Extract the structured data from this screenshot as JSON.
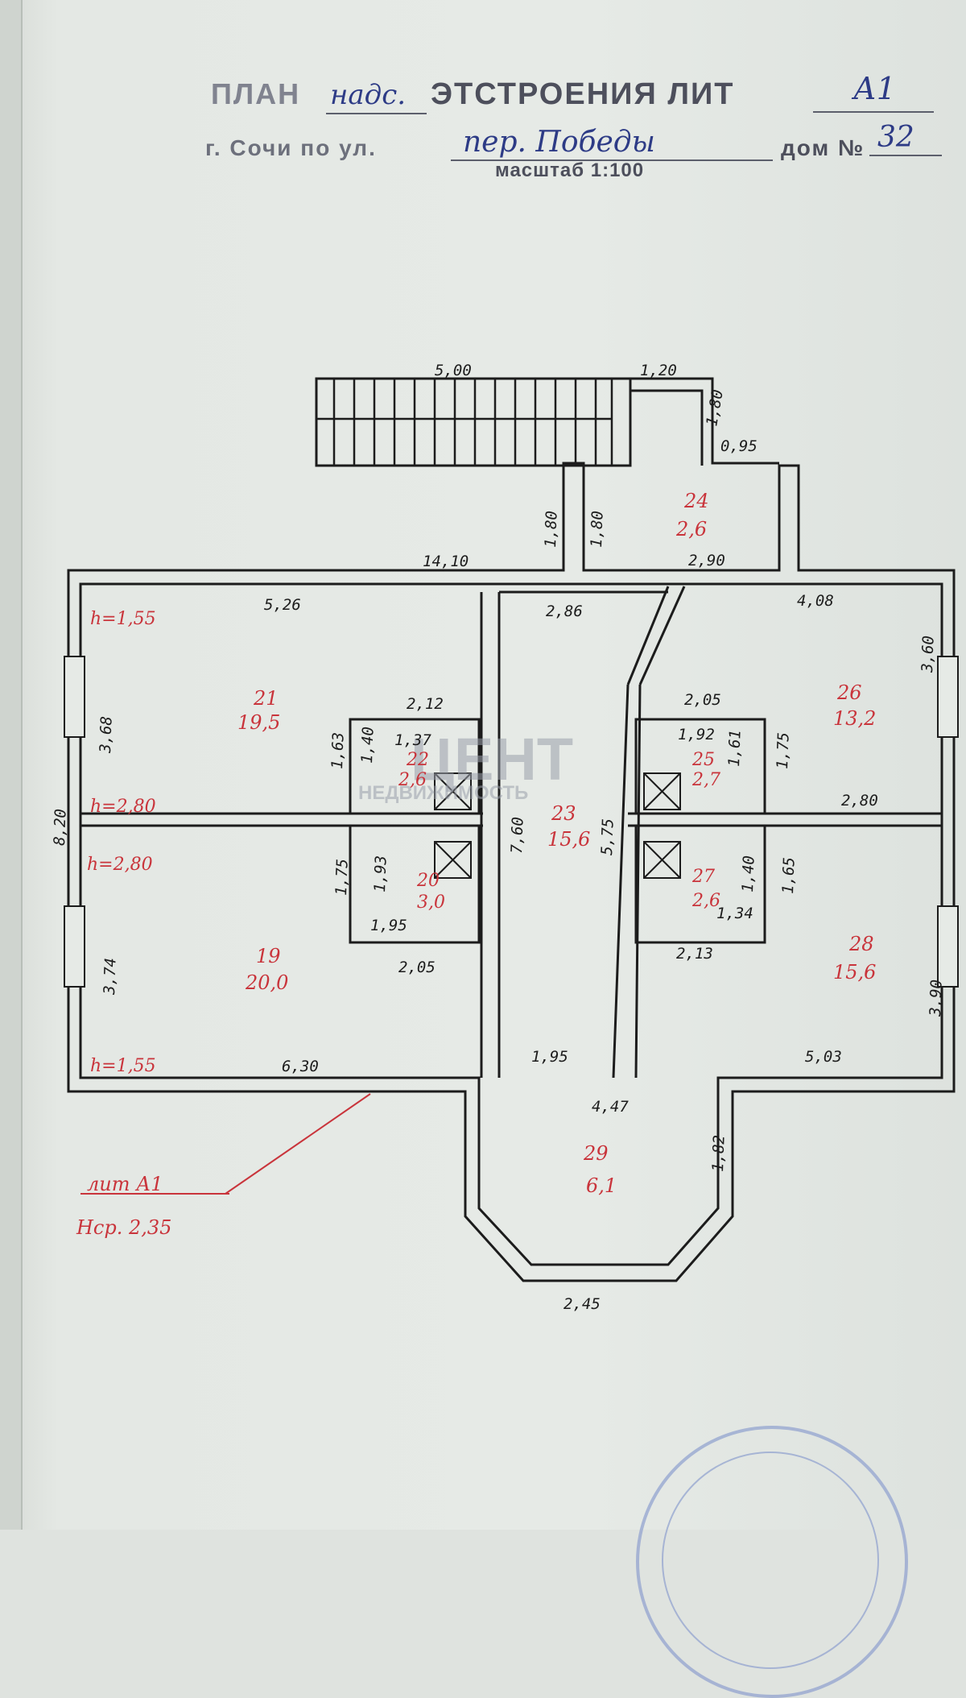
{
  "header": {
    "line1_prefix": "ПЛАН",
    "line1_hand": "надс.",
    "line1_stamp": "ЭТСТРОЕНИЯ  ЛИТ",
    "line1_lit": "А1",
    "line2_prefix": "г. Сочи  по ул.",
    "line2_hand": "пер. Победы",
    "line2_dom": "дом №",
    "line2_num": "32",
    "scale": "масштаб 1:100"
  },
  "watermark": {
    "big": "ЦЕНТ",
    "small": "НЕДВИЖИМОСТЬ"
  },
  "annotation": {
    "lit": "лит А1",
    "h": "Нср. 2,35"
  },
  "colors": {
    "ink": "#1c1c1c",
    "red": "#c9343b",
    "blue_ink": "#2d3b86",
    "stamp": "#8ea0cf"
  },
  "rooms": [
    {
      "id": "19",
      "area": "20,0"
    },
    {
      "id": "20",
      "area": "3,0"
    },
    {
      "id": "21",
      "area": "19,5"
    },
    {
      "id": "22",
      "area": "2,6"
    },
    {
      "id": "23",
      "area": "15,6"
    },
    {
      "id": "24",
      "area": "2,6"
    },
    {
      "id": "25",
      "area": "2,7"
    },
    {
      "id": "26",
      "area": "13,2"
    },
    {
      "id": "27",
      "area": "2,6"
    },
    {
      "id": "28",
      "area": "15,6"
    },
    {
      "id": "29",
      "area": "6,1"
    }
  ],
  "heights": {
    "h21_top": "h=1,55",
    "h21_bottom": "h=2,80",
    "h19_top": "h=2,80",
    "h19_bottom": "h=1,55"
  },
  "dims": {
    "stair_len": "5,00",
    "top_120": "1,20",
    "top_180v": "1,80",
    "top_095": "0,95",
    "v180a": "1,80",
    "v180b": "1,80",
    "w290": "2,90",
    "w1410": "14,10",
    "w526": "5,26",
    "w286": "2,86",
    "w408": "4,08",
    "v360": "3,60",
    "w212": "2,12",
    "v368": "3,68",
    "v163": "1,63",
    "v140": "1,40",
    "w137": "1,37",
    "w205": "2,05",
    "w192": "1,92",
    "v161": "1,61",
    "v175r": "1,75",
    "w280": "2,80",
    "v820": "8,20",
    "v760": "7,60",
    "v575": "5,75",
    "v175l": "1,75",
    "v193": "1,93",
    "w195": "1,95",
    "w205b": "2,05",
    "v374": "3,74",
    "v165": "1,65",
    "v140b": "1,40",
    "w134": "1,34",
    "w213": "2,13",
    "v390": "3,90",
    "w630": "6,30",
    "w195b": "1,95",
    "w503": "5,03",
    "w447": "4,47",
    "v182": "1,82",
    "w245": "2,45"
  }
}
